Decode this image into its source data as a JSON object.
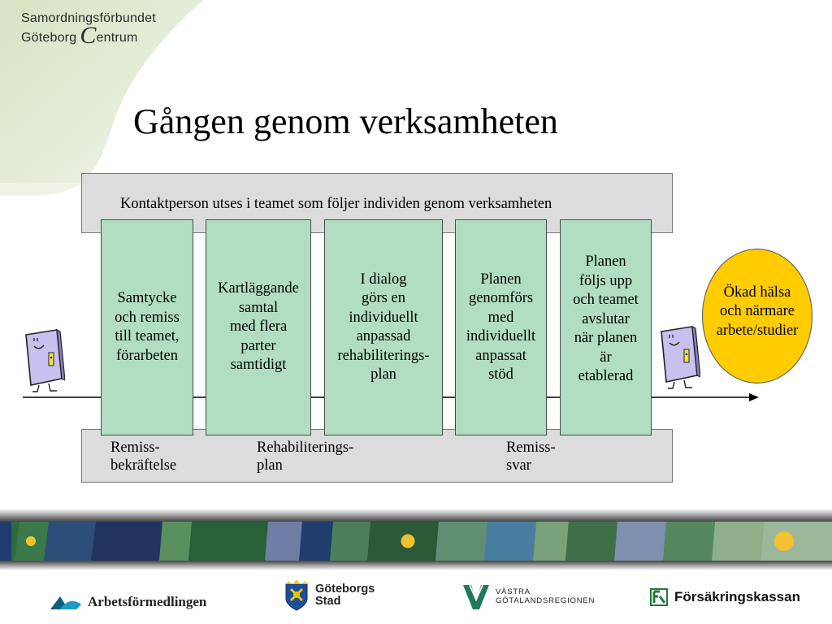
{
  "brand": {
    "line1": "Samordningsförbundet",
    "line2_prefix": "Göteborg",
    "line2_initial": "C",
    "line2_suffix": "entrum"
  },
  "title": "Gången genom verksamheten",
  "top_band_text": "Kontaktperson utses i teamet som följer individen genom verksamheten",
  "steps": [
    {
      "text": "Samtycke\noch remiss\ntill teamet,\nförarbeten"
    },
    {
      "text": "Kartläggande\nsamtal\nmed flera\nparter\nsamtidigt"
    },
    {
      "text": "I dialog\ngörs en\nindividuellt\nanpassad\nrehabiliterings-\nplan"
    },
    {
      "text": "Planen\ngenomförs\nmed\nindividuellt\nanpassat\nstöd"
    },
    {
      "text": "Planen\nföljs upp\noch teamet\navslutar\nnär planen\när\netablerad"
    }
  ],
  "outcome": {
    "text": "Ökad hälsa\noch närmare\narbete/studier"
  },
  "bottom_labels": [
    {
      "line1": "Remiss-",
      "line2": "bekräftelse"
    },
    {
      "line1": "Rehabiliterings-",
      "line2": "plan"
    },
    {
      "line1": "Remiss-",
      "line2": "svar"
    }
  ],
  "logos": {
    "arbetsformedlingen": "Arbetsförmedlingen",
    "goteborgs_stad_line1": "Göteborgs",
    "goteborgs_stad_line2": "Stad",
    "vastra_gotaland_line1": "VÄSTRA",
    "vastra_gotaland_line2": "GÖTALANDSREGIONEN",
    "forsakringskassan": "Försäkringskassan"
  },
  "colors": {
    "step_fill": "#b1dec2",
    "gray_band": "#dcdcdc",
    "outcome_fill": "#ffcc00",
    "swoosh": "#e3ecd4",
    "door_fill": "#c8c0ee"
  }
}
